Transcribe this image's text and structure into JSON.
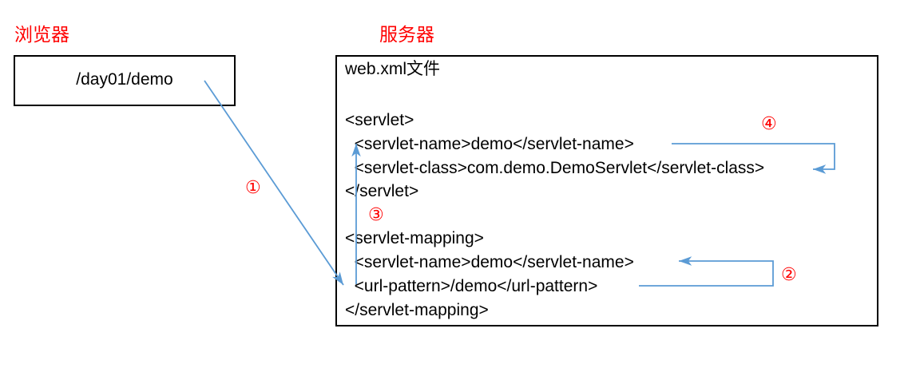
{
  "diagram": {
    "title_browser": "浏览器",
    "title_server": "服务器",
    "browser": {
      "url": "/day01/demo"
    },
    "server": {
      "file_heading": "web.xml文件",
      "code_lines": [
        "<servlet>",
        "  <servlet-name>demo</servlet-name>",
        "  <servlet-class>com.demo.DemoServlet</servlet-class>",
        "</servlet>",
        "<servlet-mapping>",
        "  <servlet-name>demo</servlet-name>",
        "  <url-pattern>/demo</url-pattern>",
        "</servlet-mapping>"
      ]
    },
    "markers": [
      {
        "id": "step-1",
        "label": "①"
      },
      {
        "id": "step-2",
        "label": "②"
      },
      {
        "id": "step-3",
        "label": "③"
      },
      {
        "id": "step-4",
        "label": "④"
      }
    ],
    "colors": {
      "label": "#FF0000",
      "marker": "#FF0000",
      "arrow": "#5B9BD5",
      "box_border": "#000000",
      "text": "#000000",
      "background": "#FFFFFF"
    }
  }
}
